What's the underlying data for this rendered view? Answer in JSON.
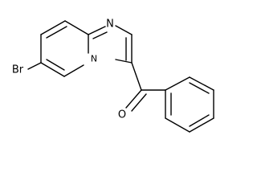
{
  "molecule": {
    "atoms": {
      "nitrogen_top": "N",
      "nitrogen_bridge": "N",
      "bromine": "Br",
      "oxygen": "O"
    }
  }
}
